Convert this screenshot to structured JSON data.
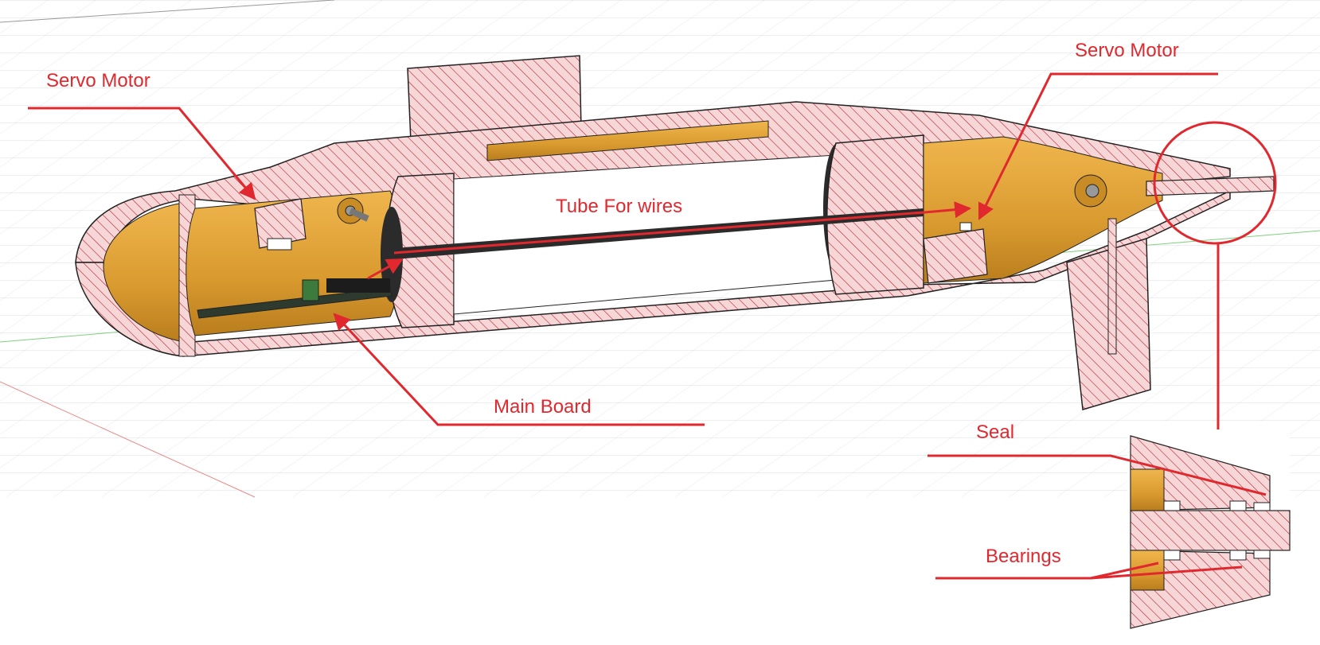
{
  "labels": {
    "servo_motor_left": "Servo Motor",
    "servo_motor_right": "Servo Motor",
    "tube_for_wires": "Tube For wires",
    "main_board": "Main Board",
    "seal": "Seal",
    "bearings": "Bearings"
  },
  "colors": {
    "annotation": "#e0282e",
    "section_fill": "#f7d6d8",
    "hatch": "#b0262d",
    "part_fill": "#e0a53a",
    "grid": "#c9ced3"
  }
}
